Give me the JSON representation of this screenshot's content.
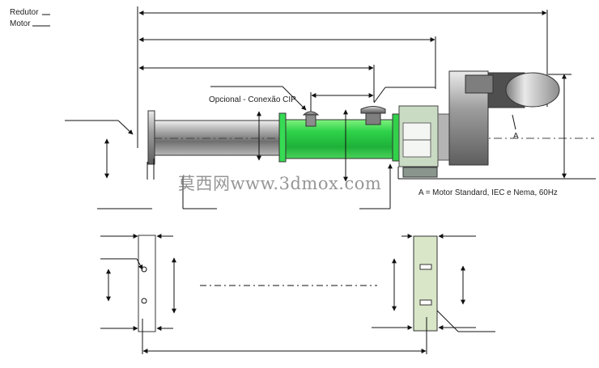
{
  "legend": {
    "reducer_label": "Redutor",
    "motor_label": "Motor"
  },
  "annotations": {
    "optional_cip": "Opcional - Conexão CIP",
    "motor_a": "A",
    "motor_note": "A = Motor Standard, IEC e Nema, 60Hz"
  },
  "watermark": {
    "text": "莫西网www.3dmox.com"
  },
  "colors": {
    "line": "#111111",
    "pipe": "#8d8d8d",
    "pump_green": "#32d14b",
    "motor": "#a6a6a6",
    "footplate": "#d9e6c8"
  }
}
